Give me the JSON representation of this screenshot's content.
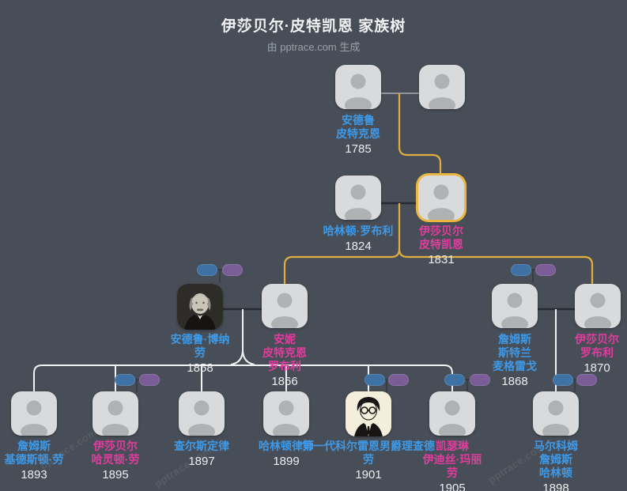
{
  "header": {
    "title": "伊莎贝尔·皮特凯恩 家族树",
    "subtitle": "由 pptrace.com 生成"
  },
  "watermark": "pptrace.com",
  "colors": {
    "bg": "#484E57",
    "card": "#D9DADB",
    "silhouette": "#B0B1B3",
    "male": "#3E9AE8",
    "female": "#E23C9E",
    "year": "#EDEEF0",
    "subtitle": "#9AA1A9",
    "highlight": "#E9B742",
    "line-yellow": "#E2AC3F",
    "line-white": "#F2F3F4",
    "line-dark": "#262B32",
    "line-gray": "#8F949C",
    "pill-blue": "#3E72A4",
    "pill-purple": "#7A5C97",
    "pill-line": "#383E47"
  },
  "people": {
    "g1a": {
      "name": "安德鲁\n皮特克恩",
      "year": "1785"
    },
    "g1b": {
      "name": "",
      "year": ""
    },
    "g2a": {
      "name": "哈林顿·罗布利",
      "year": "1824"
    },
    "g2b": {
      "name": "伊莎贝尔\n皮特凯恩",
      "year": "1831"
    },
    "g3a": {
      "name": "安德鲁·博纳\n劳",
      "year": "1858"
    },
    "g3b": {
      "name": "安妮\n皮特克恩\n罗布利",
      "year": "1866"
    },
    "g3c": {
      "name": "詹姆斯\n斯特兰\n麦格雷戈",
      "year": "1868"
    },
    "g3d": {
      "name": "伊莎贝尔\n罗布利",
      "year": "1870"
    },
    "g4a": {
      "name": "詹姆斯\n基德斯顿·劳",
      "year": "1893"
    },
    "g4b": {
      "name": "伊莎贝尔\n哈灵顿·劳",
      "year": "1895"
    },
    "g4c": {
      "name": "查尔斯定律",
      "year": "1897"
    },
    "g4d": {
      "name": "哈林顿律师",
      "year": "1899"
    },
    "g4e": {
      "name": "第一代科尔雷恩男爵理查德\n劳",
      "year": "1901"
    },
    "g4f": {
      "name": "凯瑟琳\n伊迪丝·玛丽\n劳",
      "year": "1905"
    },
    "g4g": {
      "name": "马尔科姆\n詹姆斯\n哈林顿",
      "year": "1898"
    }
  }
}
